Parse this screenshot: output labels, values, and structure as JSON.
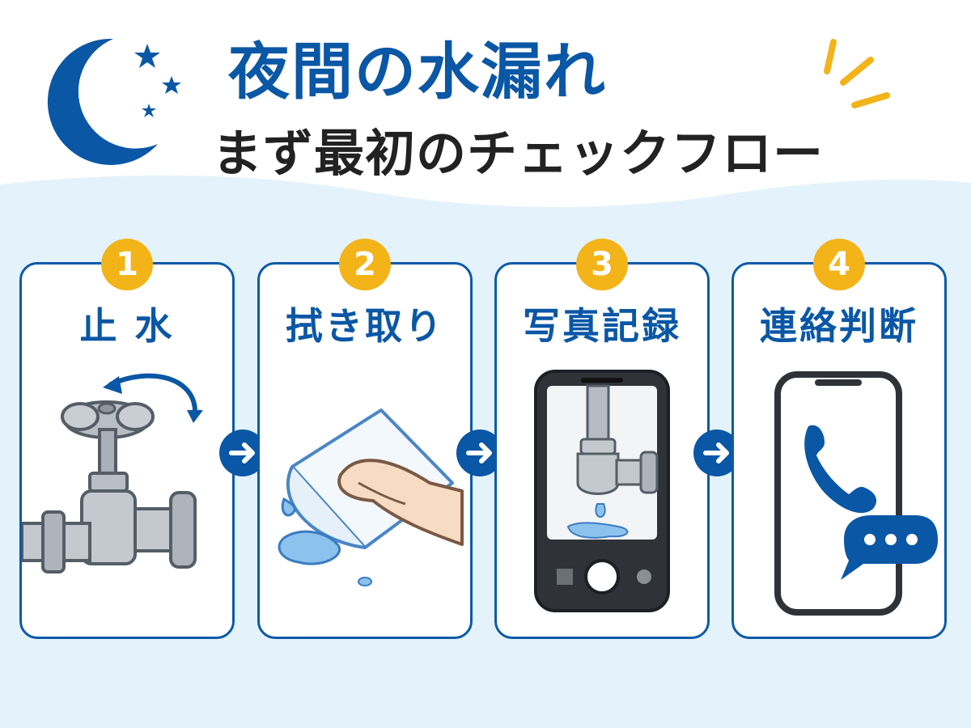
{
  "title": {
    "line1": "夜間の水漏れ",
    "line2": "まず最初のチェックフロー"
  },
  "steps": [
    {
      "number": "1",
      "label": "止 水",
      "icon": "faucet-valve-icon"
    },
    {
      "number": "2",
      "label": "拭き取り",
      "icon": "towel-wipe-icon"
    },
    {
      "number": "3",
      "label": "写真記録",
      "icon": "phone-camera-icon"
    },
    {
      "number": "4",
      "label": "連絡判断",
      "icon": "phone-call-message-icon"
    }
  ],
  "colors": {
    "primary_blue": "#0a57a5",
    "badge_yellow": "#f2b418",
    "background_light_blue": "#e4f2fb",
    "title_dark": "#222222"
  }
}
